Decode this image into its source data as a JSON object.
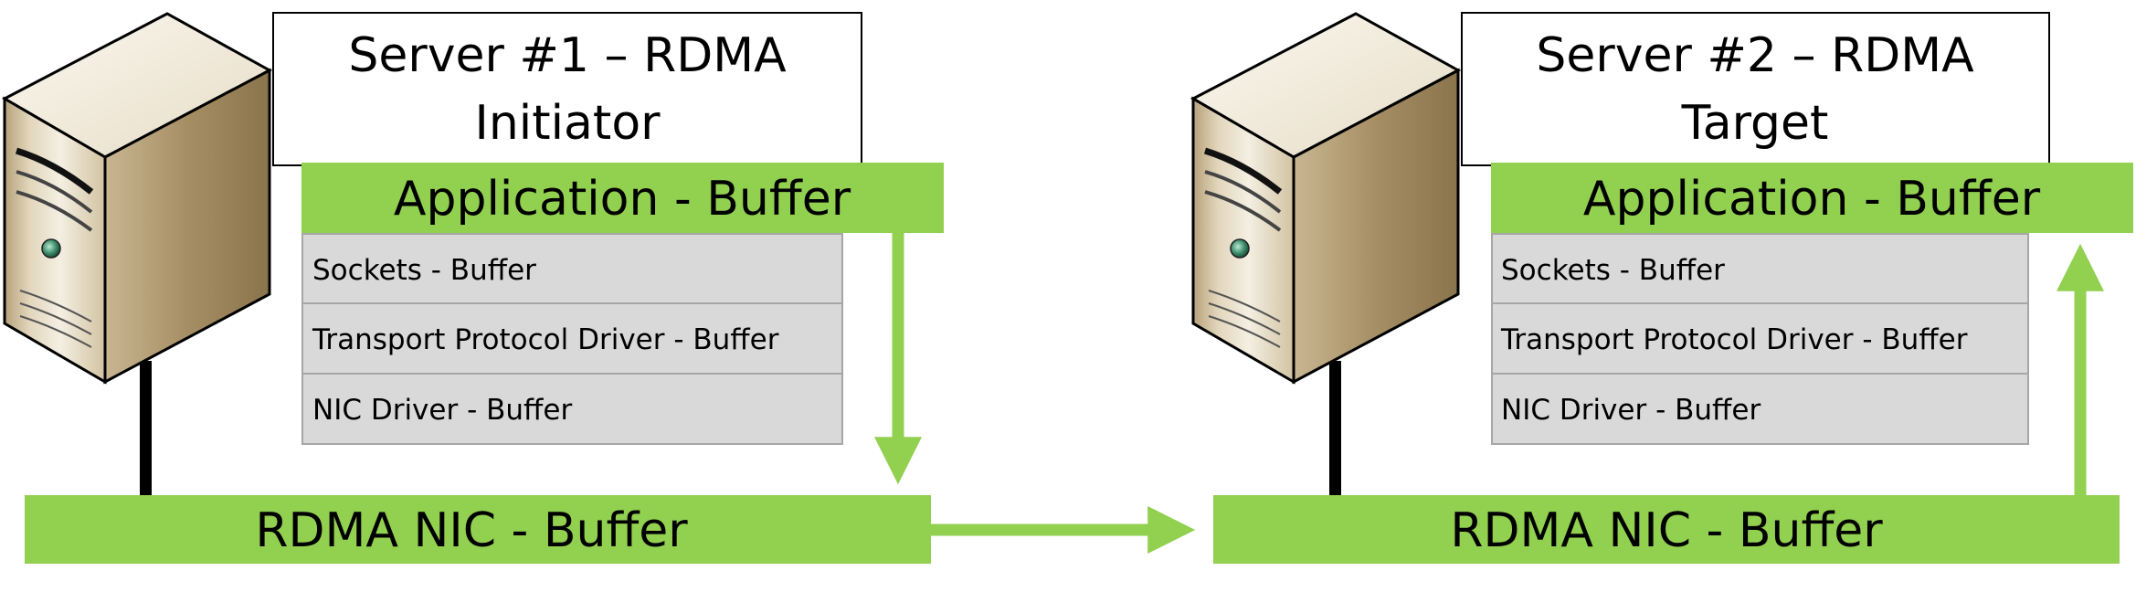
{
  "colors": {
    "green": "#92d050",
    "grey_layer": "#d9d9d9",
    "grey_border": "#a6a6a6",
    "cable": "#000000"
  },
  "icons": [
    "server-tower-icon",
    "server-tower-icon"
  ],
  "servers": [
    {
      "title_lines": [
        "Server #1 – RDMA",
        "Initiator"
      ],
      "app_label": "Application - Buffer",
      "layers": [
        "Sockets - Buffer",
        "Transport Protocol Driver - Buffer",
        "NIC  Driver - Buffer"
      ],
      "nic_label": "RDMA NIC - Buffer"
    },
    {
      "title_lines": [
        "Server #2 – RDMA",
        "Target"
      ],
      "app_label": "Application - Buffer",
      "layers": [
        "Sockets - Buffer",
        "Transport Protocol Driver - Buffer",
        "NIC  Driver - Buffer"
      ],
      "nic_label": "RDMA NIC - Buffer"
    }
  ]
}
